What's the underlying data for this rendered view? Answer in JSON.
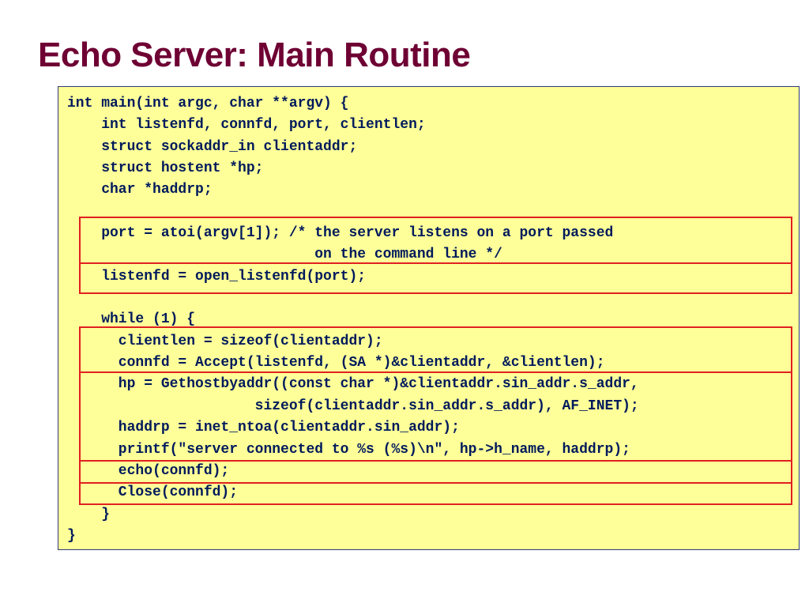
{
  "slide": {
    "title": "Echo Server: Main Routine"
  },
  "code": {
    "lines": [
      "int main(int argc, char **argv) {",
      "    int listenfd, connfd, port, clientlen;",
      "    struct sockaddr_in clientaddr;",
      "    struct hostent *hp;",
      "    char *haddrp;",
      "",
      "    port = atoi(argv[1]); /* the server listens on a port passed",
      "                             on the command line */",
      "    listenfd = open_listenfd(port);",
      "",
      "    while (1) {",
      "      clientlen = sizeof(clientaddr);",
      "      connfd = Accept(listenfd, (SA *)&clientaddr, &clientlen);",
      "      hp = Gethostbyaddr((const char *)&clientaddr.sin_addr.s_addr,",
      "                      sizeof(clientaddr.sin_addr.s_addr), AF_INET);",
      "      haddrp = inet_ntoa(clientaddr.sin_addr);",
      "      printf(\"server connected to %s (%s)\\n\", hp->h_name, haddrp);",
      "      echo(connfd);",
      "      Close(connfd);",
      "    }",
      "}"
    ]
  },
  "colors": {
    "title": "#6e0033",
    "code_background": "#ffff99",
    "code_text": "#001a5c",
    "highlight_border": "#e02020"
  }
}
